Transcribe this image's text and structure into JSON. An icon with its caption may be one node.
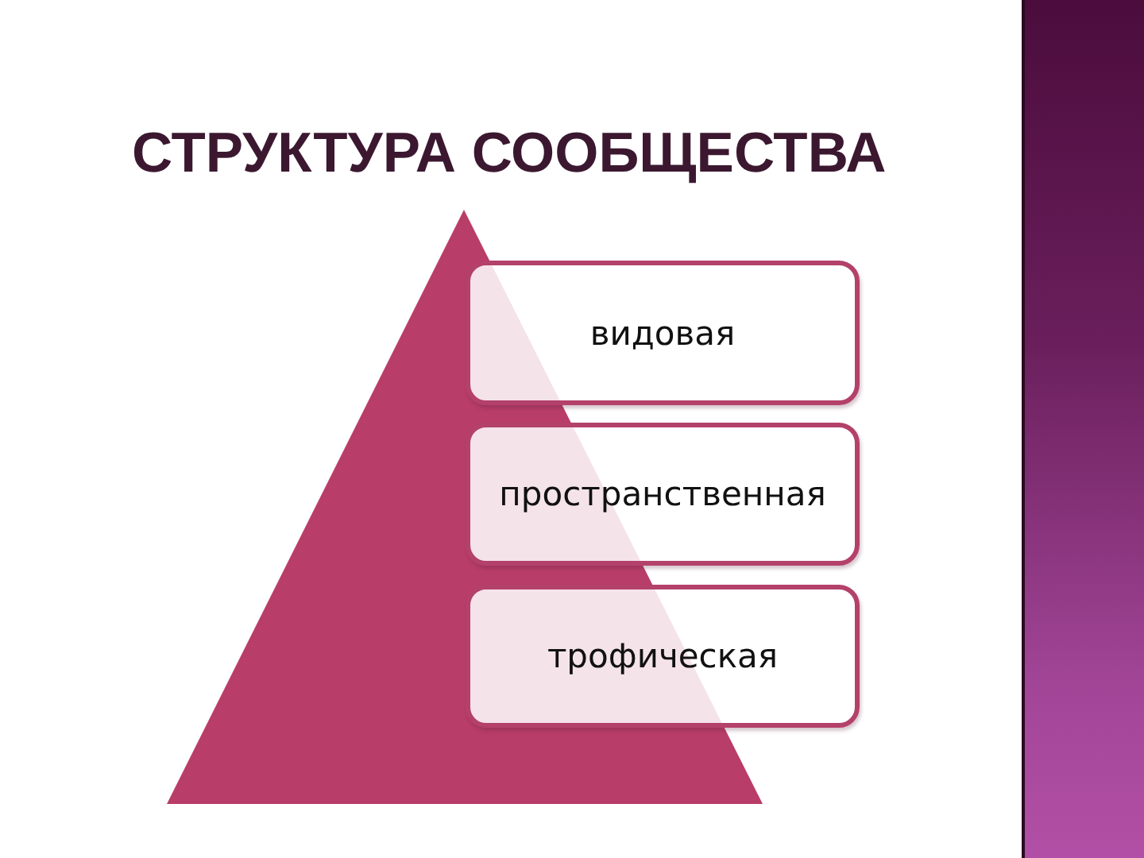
{
  "diagram": {
    "title": "СТРУКТУРА СООБЩЕСТВА",
    "nodes": [
      {
        "text": [
          "видовая"
        ]
      },
      {
        "text": [
          "пространственная"
        ]
      },
      {
        "text": [
          "трофическая"
        ]
      }
    ]
  }
}
